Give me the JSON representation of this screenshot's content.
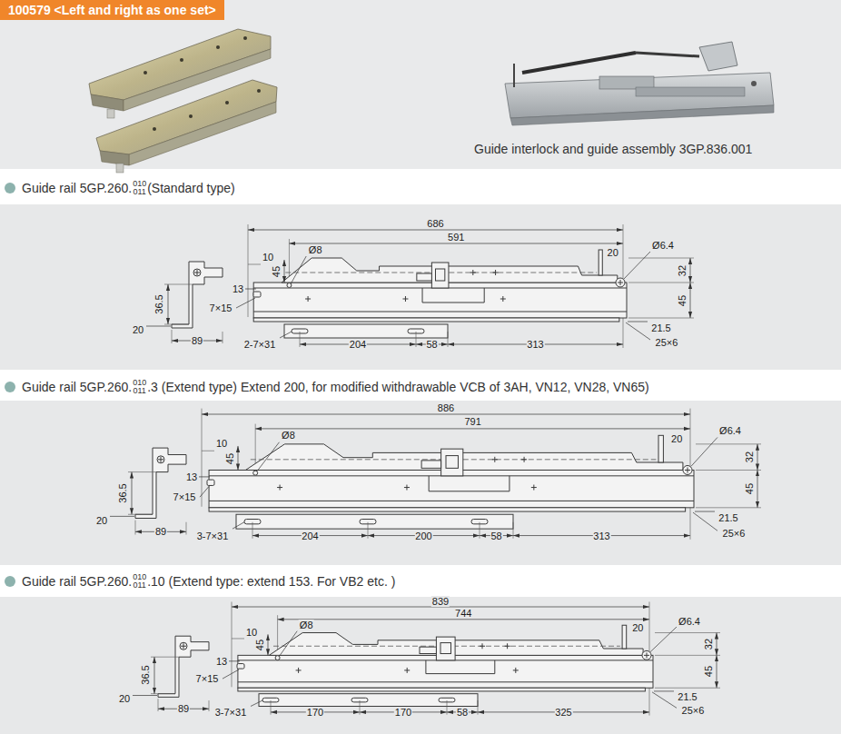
{
  "diagram": {
    "nodes": [
      {
        "text": [
          "100579 <Left and right as one set>"
        ]
      }
    ],
    "labels": [
      "Guide interlock and guide assembly 3GP.836.001",
      "Guide rail 5GP.260.",
      "010",
      "011",
      "(Standard type)",
      "686",
      "591",
      "10",
      "Ø8",
      "20",
      "Ø6.4",
      "45",
      "32",
      "45",
      "13",
      "36.5",
      "7×15",
      "21.5",
      "20",
      "89",
      "2-7×31",
      "204",
      "58",
      "313",
      "25×6",
      "Guide rail 5GP.260.",
      "010",
      "011",
      ".3 (Extend type) Extend 200, for modified withdrawable VCB of 3AH, VN12, VN28, VN65)",
      "886",
      "791",
      "10",
      "Ø8",
      "20",
      "Ø6.4",
      "45",
      "32",
      "45",
      "13",
      "36.5",
      "7×15",
      "21.5",
      "20",
      "89",
      "3-7×31",
      "204",
      "200",
      "58",
      "313",
      "25×6",
      "Guide rail 5GP.260.",
      "010",
      "011",
      ".10 (Extend type: extend 153. For VB2 etc. )",
      "839",
      "744",
      "10",
      "Ø8",
      "20",
      "Ø6.4",
      "45",
      "32",
      "45",
      "13",
      "36.5",
      "7×15",
      "21.5",
      "20",
      "89",
      "3-7×31",
      "170",
      "170",
      "58",
      "325",
      "25×6"
    ]
  }
}
